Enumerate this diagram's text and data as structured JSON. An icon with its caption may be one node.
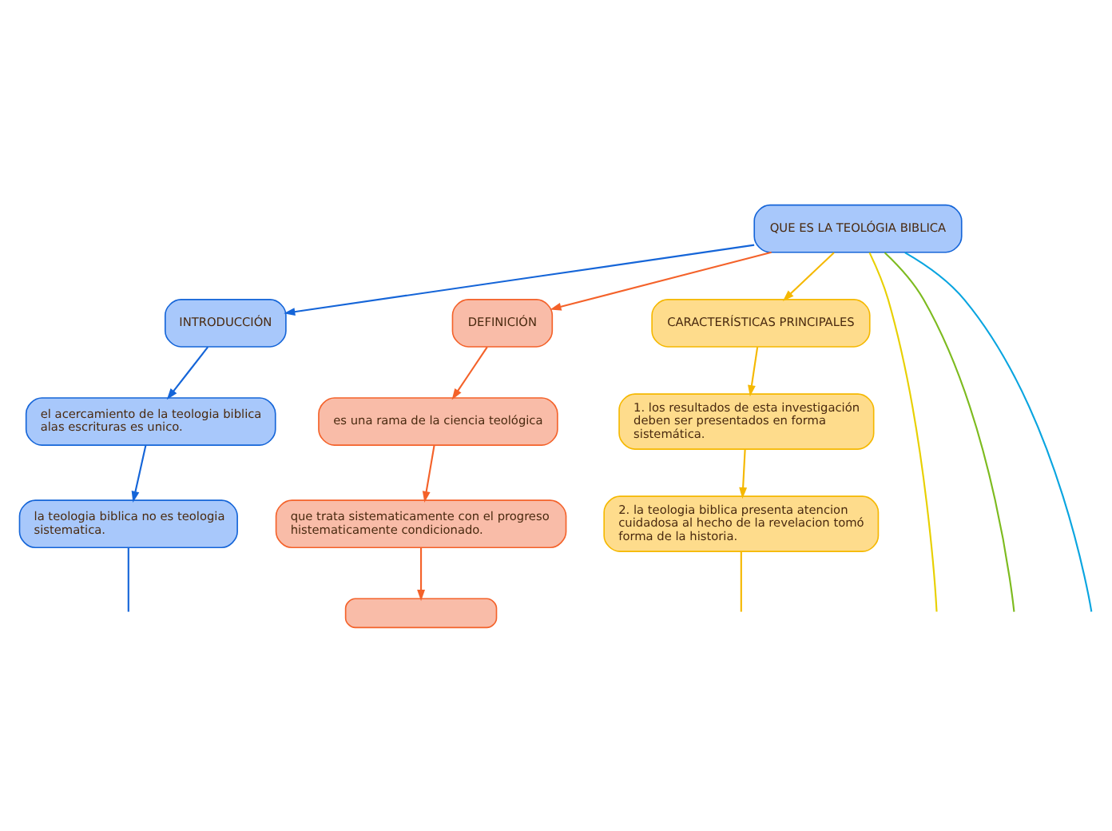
{
  "diagram": {
    "nodes": [
      {
        "text": [
          "QUE ES LA TEOLÓGIA BIBLICA"
        ]
      },
      {
        "text": [
          "INTRODUCCIÓN"
        ]
      },
      {
        "text": [
          "DEFINICIÓN"
        ]
      },
      {
        "text": [
          "CARACTERÍSTICAS PRINCIPALES"
        ]
      },
      {
        "text": [
          "el acercamiento de la teologia biblica alas escrituras es unico."
        ]
      },
      {
        "text": [
          "la teologia biblica no es teologia sistematica."
        ]
      },
      {
        "text": [
          "es una rama de la ciencia teológica"
        ]
      },
      {
        "text": [
          "que trata sistematicamente con el progreso histematicamente condicionado."
        ]
      },
      {
        "text": [],
        "shape": "box"
      },
      {
        "text": [
          "1. los resultados de esta investigación deben ser presentados en forma sistemática."
        ]
      },
      {
        "text": [
          "2. la teologia biblica presenta atencion cuidadosa al hecho de la revelacion tomó forma de la historia."
        ]
      }
    ],
    "edges": [
      {
        "from": 0,
        "to": 1,
        "arrow": "to",
        "color": "#1565d8"
      },
      {
        "from": 0,
        "to": 2,
        "arrow": "to",
        "color": "#f4622a"
      },
      {
        "from": 0,
        "to": 3,
        "arrow": "to",
        "color": "#f5b800"
      },
      {
        "from": 0,
        "to": null,
        "arrow": "none",
        "color": "#0aa5e0"
      },
      {
        "from": 0,
        "to": null,
        "arrow": "none",
        "color": "#7dbb1f"
      },
      {
        "from": 0,
        "to": null,
        "arrow": "none",
        "color": "#e8d000"
      },
      {
        "from": 1,
        "to": 4,
        "arrow": "to",
        "color": "#1565d8"
      },
      {
        "from": 4,
        "to": 5,
        "arrow": "to",
        "color": "#1565d8"
      },
      {
        "from": 5,
        "to": null,
        "arrow": "none",
        "color": "#1565d8"
      },
      {
        "from": 2,
        "to": 6,
        "arrow": "to",
        "color": "#f4622a"
      },
      {
        "from": 6,
        "to": 7,
        "arrow": "to",
        "color": "#f4622a"
      },
      {
        "from": 7,
        "to": 8,
        "arrow": "to",
        "color": "#f4622a"
      },
      {
        "from": 3,
        "to": 9,
        "arrow": "to",
        "color": "#f5b800"
      },
      {
        "from": 9,
        "to": 10,
        "arrow": "to",
        "color": "#f5b800"
      },
      {
        "from": 10,
        "to": null,
        "arrow": "none",
        "color": "#f5b800"
      }
    ]
  }
}
